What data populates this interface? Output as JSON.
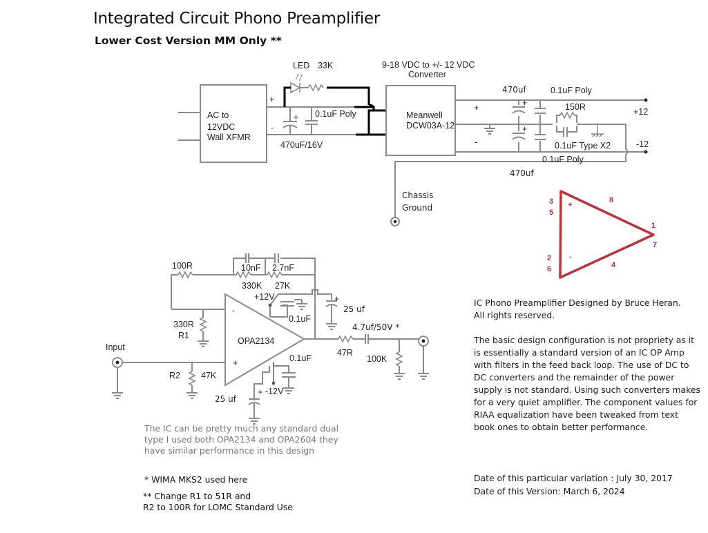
{
  "header": {
    "title": "Integrated Circuit Phono Preamplifier",
    "subtitle": "Lower Cost Version MM Only **"
  },
  "power_supply": {
    "transformer": [
      "AC to",
      "12VDC",
      "Wall XFMR"
    ],
    "plus": "+",
    "minus": "-",
    "led": "LED",
    "led_resistor": "33K",
    "bulk_cap": "470uF/16V",
    "bulk_cap_plus": "+",
    "bypass_cap": "0.1uF Poly",
    "converter_heading": [
      "9-18 VDC to +/- 12 VDC",
      "Converter"
    ],
    "converter": [
      "Meanwell",
      "DCW03A-12"
    ],
    "out_plus": "+",
    "out_minus": "-",
    "cap_top": "470uf",
    "cap_top_poly": "0.1uF Poly",
    "resistor_150": "150R",
    "cap_x2": "0.1uF Type X2",
    "cap_bottom_poly": "0.1uF Poly",
    "cap_bottom": "470uf",
    "rail_pos": "+12",
    "rail_neg": "-12",
    "chassis_ground": [
      "Chassis",
      "Ground"
    ]
  },
  "pinout": {
    "pin_plus_in": [
      "3",
      "5"
    ],
    "pin_minus_in": [
      "2",
      "6"
    ],
    "pin_vpos": "8",
    "pin_out": [
      "1",
      "7"
    ],
    "pin_vneg": "4",
    "plus_sign": "+",
    "minus_sign": "-",
    "color": "#c0303a"
  },
  "amplifier": {
    "r_100": "100R",
    "c_10n": "10nF",
    "c_2n7": "2.7nF",
    "r_330k": "330K",
    "r_27k": "27K",
    "vpos": "+12V",
    "vneg": "-12V",
    "bypass_top": "0.1uF",
    "bypass_bottom": "0.1uF",
    "decouple_top": "25 uf",
    "decouple_bottom": "25 uf",
    "r1_value": "330R",
    "r1_name": "R1",
    "r2_name": "R2",
    "r2_value": "47K",
    "opamp": "OPA2134",
    "inv": "-",
    "noninv": "+",
    "input_label": "Input",
    "r_47": "47R",
    "c_out": "4.7uf/50V *",
    "r_100k": "100K",
    "cap_plus": "+"
  },
  "notes": {
    "credit": [
      "IC Phono Preamplifier Designed by Bruce Heran.",
      "All rights reserved."
    ],
    "description": "The basic design configuration is not propriety as it is essentially a standard version of an IC OP Amp with filters in the feed back loop.  The use of DC to DC converters and the remainder of the power supply is not standard.  Using such converters makes for a very quiet amplifier.  The component values for RIAA equalization have been tweaked from text book ones to obtain better performance.",
    "date_variation": "Date of this particular variation : July 30, 2017",
    "date_version": "Date of this Version: March 6, 2024",
    "ic_note": "The IC can be pretty much any standard dual type  I used both OPA2134 and OPA2604 they have similar performance in this design",
    "footnote_1": "* WIMA MKS2 used here",
    "footnote_2a": "** Change R1 to 51R and",
    "footnote_2b": "R2 to 100R for LOMC Standard Use"
  }
}
